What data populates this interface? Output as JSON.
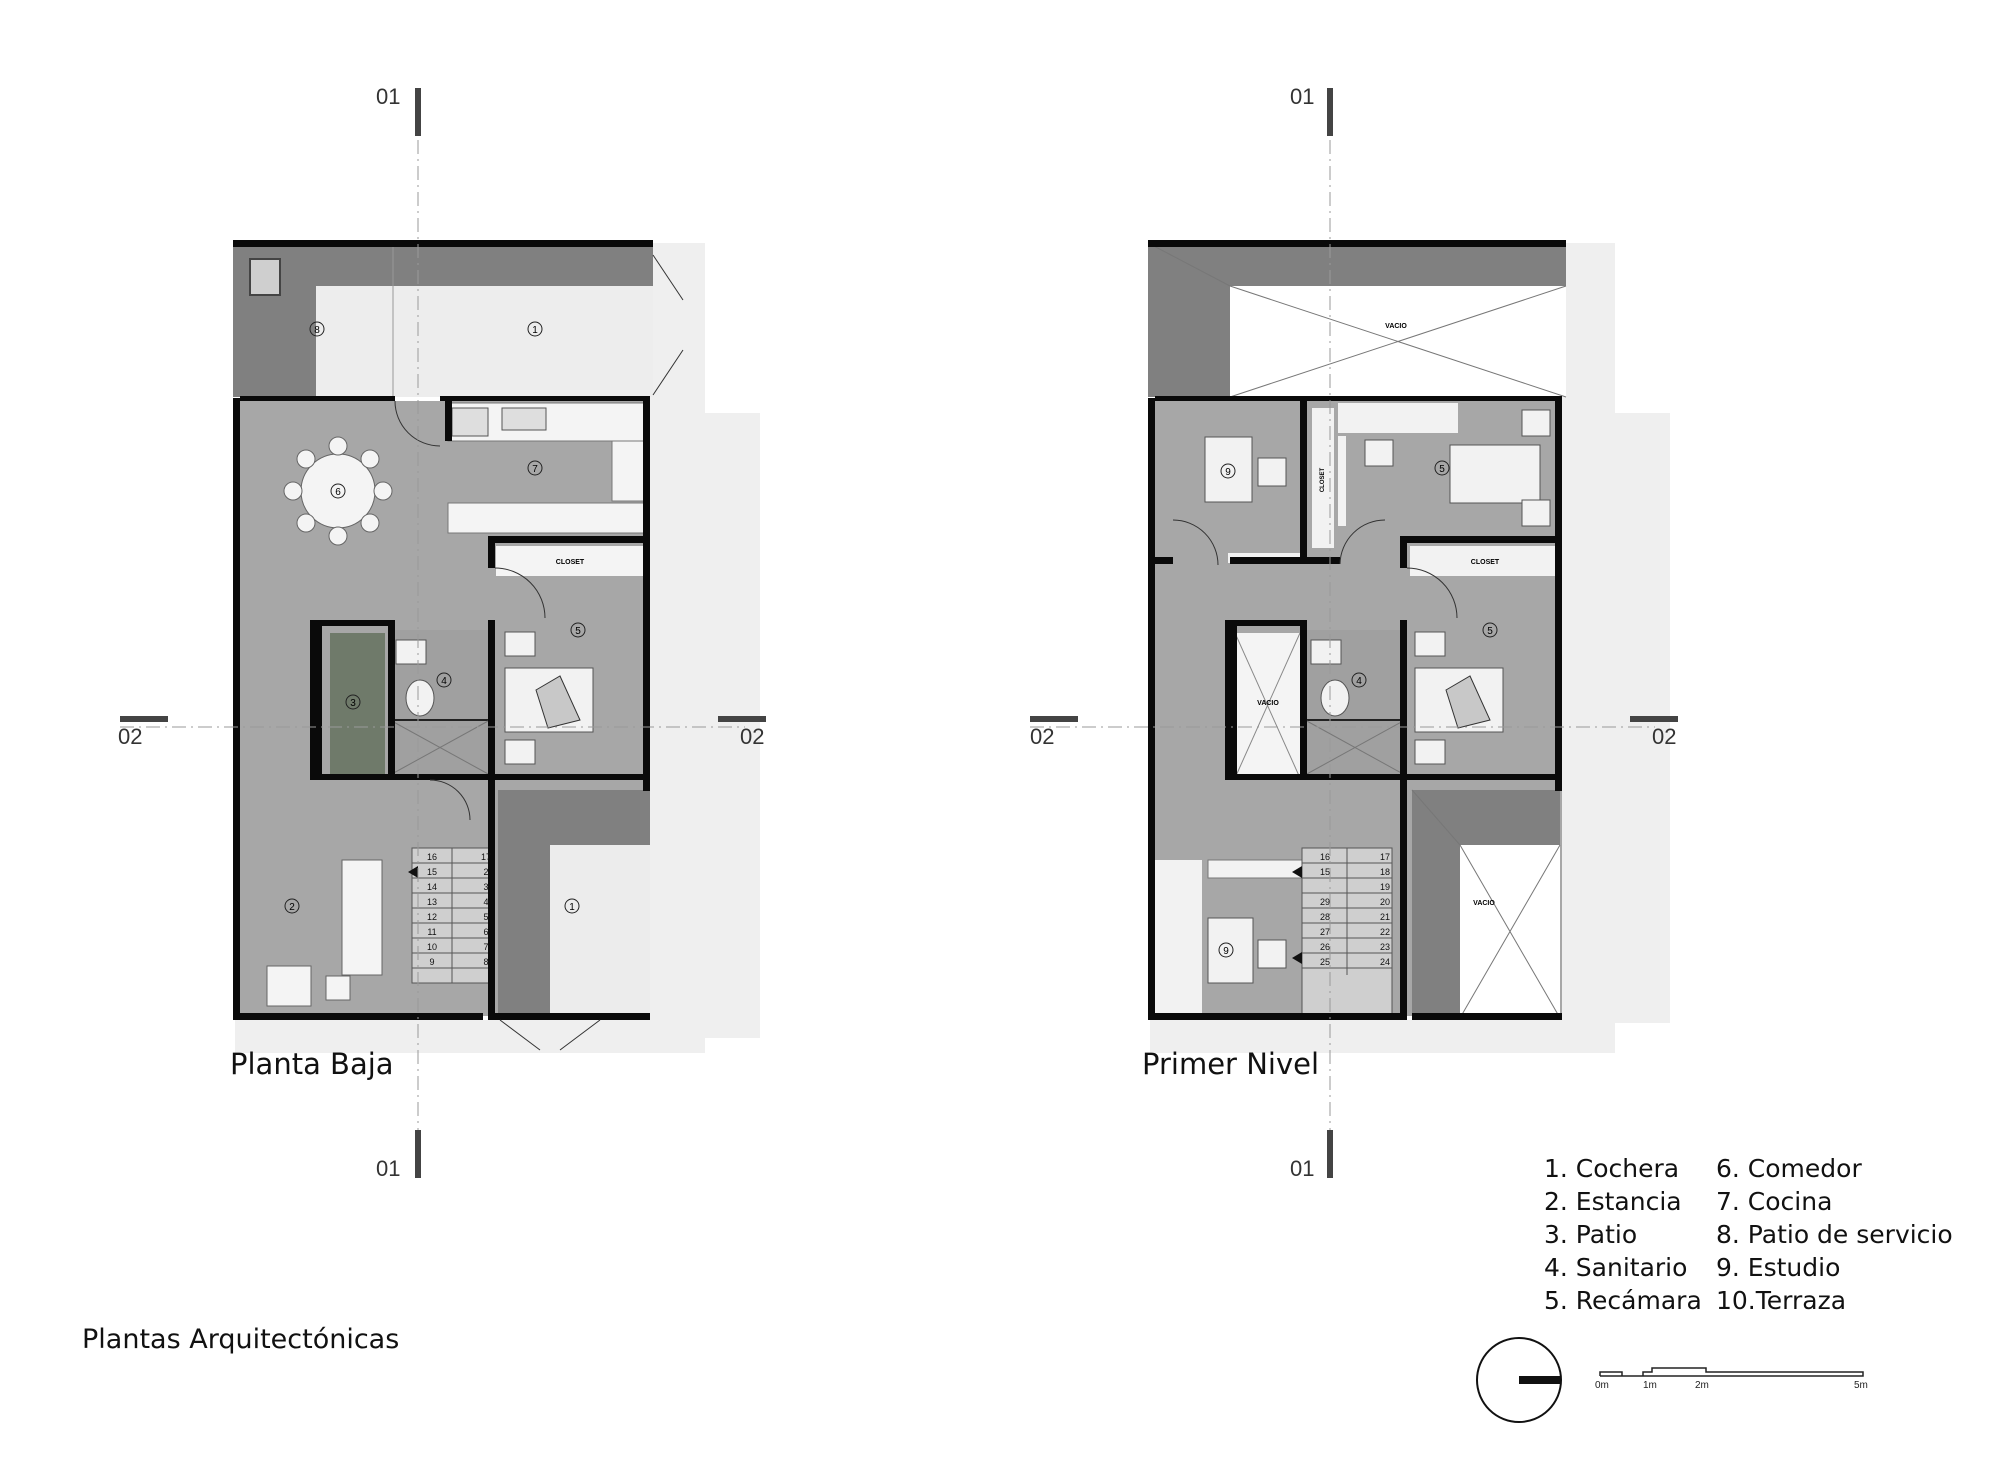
{
  "page_title": "Plantas Arquitectónicas",
  "plans": [
    {
      "title": "Planta Baja",
      "room_tags": [
        "1",
        "8",
        "6",
        "7",
        "5",
        "4",
        "3",
        "2",
        "1"
      ],
      "labels": {
        "closet": "CLOSET"
      },
      "stair_numbers": [
        "16",
        "17",
        "15",
        "2",
        "14",
        "3",
        "13",
        "4",
        "12",
        "5",
        "11",
        "6",
        "10",
        "7",
        "9",
        "8"
      ]
    },
    {
      "title": "Primer Nivel",
      "room_tags": [
        "9",
        "5",
        "9",
        "4",
        "5"
      ],
      "labels": {
        "vacio_top": "VACIO",
        "vacio_mid": "VACIO",
        "vacio_low": "VACIO",
        "closet_a": "CLOSET",
        "closet_b": "CLOSET"
      },
      "stair_numbers": [
        "16",
        "17",
        "15",
        "18",
        "19",
        "29",
        "20",
        "28",
        "21",
        "27",
        "22",
        "26",
        "23",
        "25",
        "24"
      ]
    }
  ],
  "section_markers": {
    "top_left": "01",
    "top_right": "01",
    "bottom_left": "01",
    "bottom_right": "01",
    "left_a": "02",
    "right_a": "02",
    "left_b": "02",
    "right_b": "02"
  },
  "legend": {
    "items": [
      "1. Cochera",
      "6. Comedor",
      "2. Estancia",
      "7. Cocina",
      "3. Patio",
      "8. Patio de servicio",
      "4. Sanitario",
      "9. Estudio",
      "5. Recámara",
      "10.Terraza"
    ]
  },
  "scale_bar": {
    "labels": [
      "0m",
      "1m",
      "2m",
      "5m"
    ]
  },
  "colors": {
    "wall": "#0a0a0a",
    "floor": "#a6a6a6",
    "dark_floor": "#7f7f7f",
    "paving": "#efefef"
  }
}
